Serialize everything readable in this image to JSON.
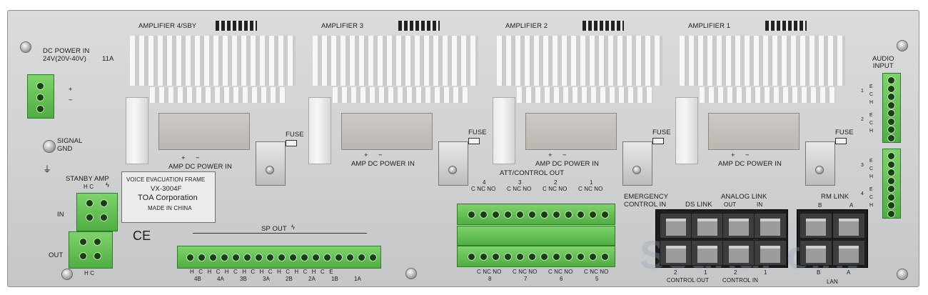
{
  "panel": {
    "dc_power_in": "DC POWER IN",
    "dc_power_spec": "24V(20V-40V)",
    "dc_power_current": "11A",
    "plus": "+",
    "minus": "−",
    "signal_gnd": "SIGNAL\nGND",
    "standby_amp": "STANBY AMP",
    "hc_top": "H  C",
    "in": "IN",
    "out": "OUT",
    "hc_bottom": "H  C",
    "ce_mark": "CE",
    "label_plate": {
      "line1": "VOICE EVACUATION FRAME",
      "line2": "VX-3004F",
      "line3": "TOA Corporation",
      "line4": "MADE IN CHINA"
    },
    "sp_out": "SP OUT",
    "sp_channels": [
      "4B",
      "4A",
      "3B",
      "3A",
      "2B",
      "2A",
      "1B",
      "1A"
    ],
    "sp_pin_letters": "H C  H C  H C  H C  H C  H C  H C  H C  E",
    "att_control_out": "ATT/CONTROL OUT",
    "att_channels_top": [
      "4",
      "3",
      "2",
      "1"
    ],
    "att_channels_bottom": [
      "8",
      "7",
      "6",
      "5"
    ],
    "cnc": "C NC NO",
    "emergency": "EMERGENCY\nCONTROL IN",
    "ds_link": "DS LINK",
    "analog_link": "ANALOG LINK",
    "analog_out": "OUT",
    "analog_in": "IN",
    "rm_link": "RM LINK",
    "rm_b": "B",
    "rm_a": "A",
    "control_out": "CONTROL OUT",
    "control_in": "CONTROL IN",
    "ctrl_nums": [
      "2",
      "1",
      "2",
      "1"
    ],
    "lan": "LAN",
    "lan_b": "B",
    "lan_a": "A",
    "audio_input": "AUDIO\nINPUT",
    "audio_pins": [
      "1",
      "E",
      "C",
      "H",
      "2",
      "E",
      "C",
      "H",
      "3",
      "E",
      "C",
      "H",
      "4",
      "E",
      "C",
      "H"
    ],
    "watermark": "SoundPoint"
  },
  "amplifiers": [
    {
      "name": "AMPLIFIER 4/SBY",
      "power": "AMP DC POWER IN",
      "fuse": "FUSE"
    },
    {
      "name": "AMPLIFIER 3",
      "power": "AMP DC POWER IN",
      "fuse": "FUSE"
    },
    {
      "name": "AMPLIFIER 2",
      "power": "AMP DC POWER IN",
      "fuse": "FUSE"
    },
    {
      "name": "AMPLIFIER 1",
      "power": "AMP DC POWER IN",
      "fuse": "FUSE"
    }
  ]
}
